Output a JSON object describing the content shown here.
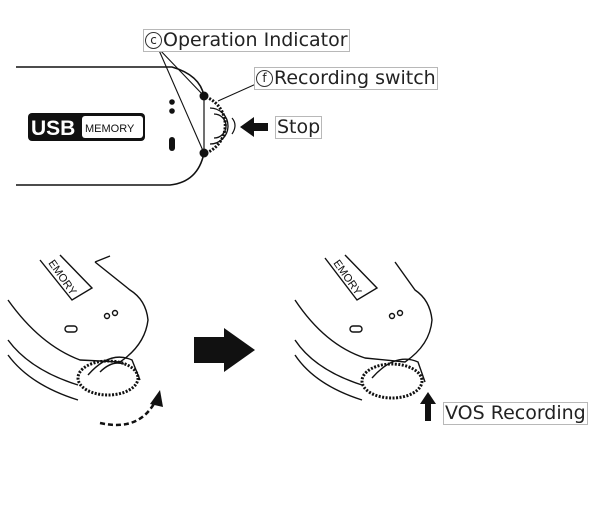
{
  "labels": {
    "operation_indicator": {
      "marker": "c",
      "text": "Operation Indicator"
    },
    "recording_switch": {
      "marker": "f",
      "text": "Recording switch"
    },
    "stop": "Stop",
    "vos_recording": "VOS Recording"
  },
  "device": {
    "badge_usb": "USB",
    "badge_memory": "MEMORY",
    "side_memory_text": "EMORY"
  }
}
